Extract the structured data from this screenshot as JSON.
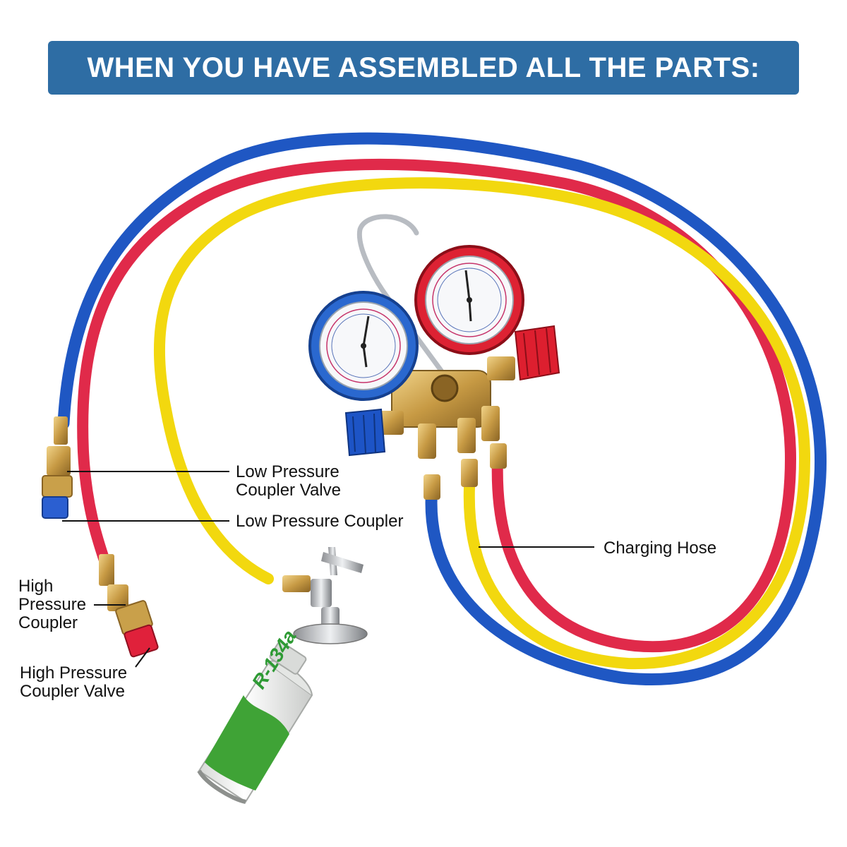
{
  "banner": {
    "title": "WHEN YOU HAVE ASSEMBLED ALL THE PARTS:"
  },
  "labels": {
    "low_pressure_coupler_valve": [
      "Low Pressure",
      "Coupler Valve"
    ],
    "low_pressure_coupler": "Low Pressure Coupler",
    "charging_hose": "Charging Hose",
    "high_pressure_coupler": [
      "High",
      "Pressure",
      "Coupler"
    ],
    "high_pressure_coupler_valve": [
      "High Pressure",
      "Coupler Valve"
    ]
  },
  "can": {
    "text": "R-134a"
  },
  "icons": {
    "low_gauge": "blue-pressure-gauge-icon",
    "high_gauge": "red-pressure-gauge-icon",
    "can": "refrigerant-can-icon"
  },
  "colors": {
    "banner": "#2e6da4",
    "blue_hose": "#1f57c3",
    "red_hose": "#e02a4a",
    "yellow_hose": "#f2d80f",
    "brass": "#c9a04a",
    "can_green": "#3fa336"
  }
}
